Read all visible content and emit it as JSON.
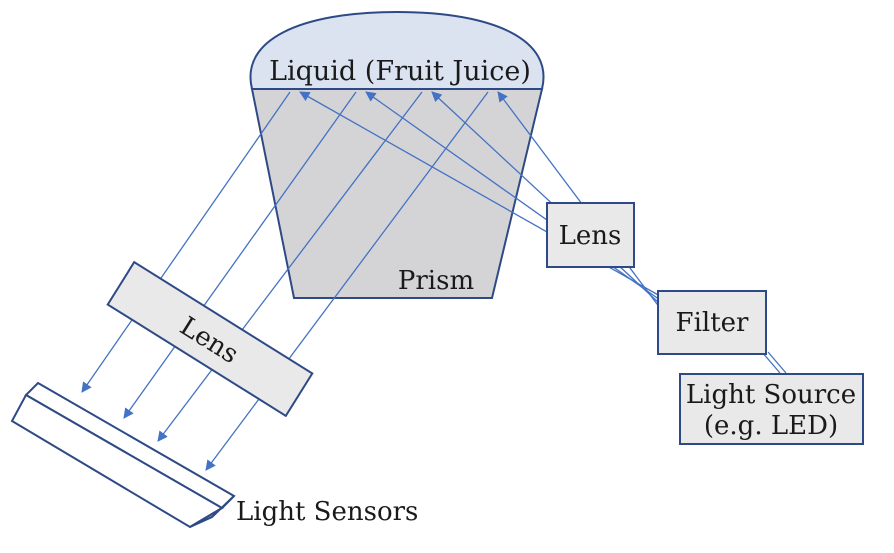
{
  "labels": {
    "liquid": "Liquid (Fruit Juice)",
    "prism": "Prism",
    "lens_right": "Lens",
    "filter": "Filter",
    "light_source_line1": "Light Source",
    "light_source_line2": "(e.g. LED)",
    "lens_left": "Lens",
    "sensors": "Light Sensors"
  },
  "colors": {
    "ray": "#4472c4",
    "box_fill": "#e9e9ea",
    "prism_fill": "#d4d4d6",
    "liquid_fill": "#dbe3f1",
    "outline": "#2e4a86"
  }
}
